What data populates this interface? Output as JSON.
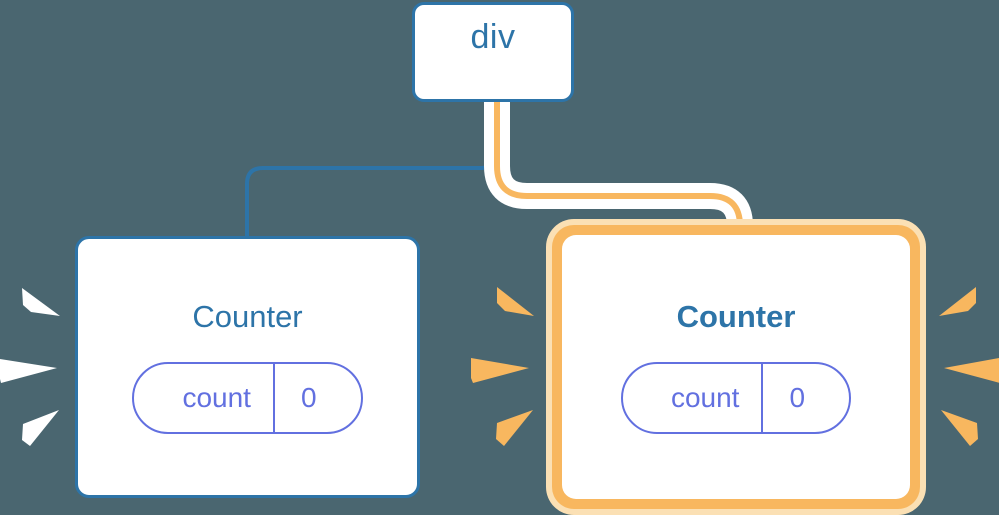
{
  "diagram": {
    "title": "React component tree re-render highlight",
    "background_color": "#4a6670"
  },
  "colors": {
    "background": "#4a6670",
    "blue": "#2d74a8",
    "purple": "#6270e0",
    "orange": "#f8b75f",
    "orange_pale": "#fbe0b4",
    "white": "#ffffff"
  },
  "nodes": {
    "root": {
      "label": "div",
      "state": null,
      "highlighted": false,
      "border_color": "#2d74a8"
    },
    "counter_left": {
      "label": "Counter",
      "highlighted": false,
      "border_color": "#2d74a8",
      "state": {
        "key": "count",
        "value": "0"
      }
    },
    "counter_right": {
      "label": "Counter",
      "highlighted": true,
      "border_color": "#f8b75f",
      "state": {
        "key": "count",
        "value": "0"
      }
    }
  },
  "edges": [
    {
      "name": "edge-root-to-counter-left",
      "from": "root",
      "to": "counter_left",
      "color": "#2d74a8",
      "highlighted": false
    },
    {
      "name": "edge-root-to-counter-right",
      "from": "root",
      "to": "counter_right",
      "color": "#f8b75f",
      "highlighted": true
    }
  ],
  "bursts": [
    {
      "name": "burst-counter-left",
      "side": "left",
      "color": "#ffffff",
      "ray_count": 3
    },
    {
      "name": "burst-counter-right-left-side",
      "side": "left",
      "color": "#f8b75f",
      "ray_count": 3
    },
    {
      "name": "burst-counter-right-right-side",
      "side": "right",
      "color": "#f8b75f",
      "ray_count": 3
    }
  ]
}
